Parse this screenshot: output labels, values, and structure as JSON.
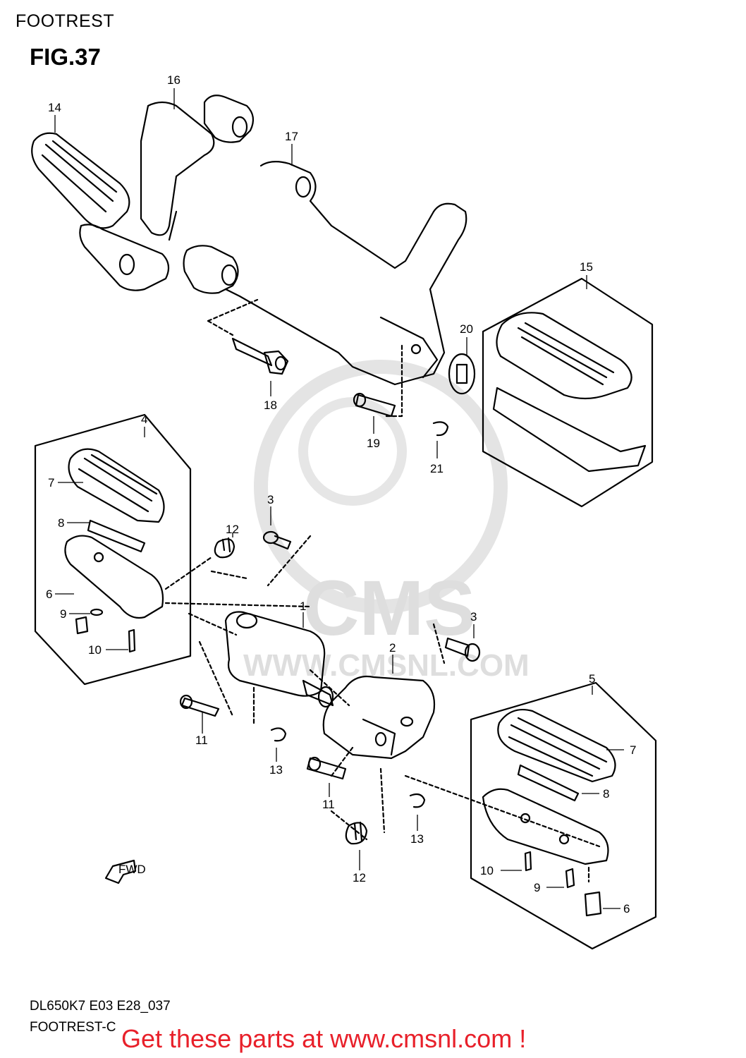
{
  "header": {
    "section_title": "FOOTREST",
    "figure_label": "FIG.37"
  },
  "watermark": {
    "brand": "CMS",
    "url": "WWW.CMSNL.COM"
  },
  "fwd_label": "FWD",
  "callouts": [
    {
      "id": "c14",
      "label": "14"
    },
    {
      "id": "c16",
      "label": "16"
    },
    {
      "id": "c17",
      "label": "17"
    },
    {
      "id": "c15",
      "label": "15"
    },
    {
      "id": "c20",
      "label": "20"
    },
    {
      "id": "c18",
      "label": "18"
    },
    {
      "id": "c19",
      "label": "19"
    },
    {
      "id": "c21",
      "label": "21"
    },
    {
      "id": "c4",
      "label": "4"
    },
    {
      "id": "c7a",
      "label": "7"
    },
    {
      "id": "c8a",
      "label": "8"
    },
    {
      "id": "c6a",
      "label": "6"
    },
    {
      "id": "c9a",
      "label": "9"
    },
    {
      "id": "c10a",
      "label": "10"
    },
    {
      "id": "c3a",
      "label": "3"
    },
    {
      "id": "c12a",
      "label": "12"
    },
    {
      "id": "c1",
      "label": "1"
    },
    {
      "id": "c3b",
      "label": "3"
    },
    {
      "id": "c2",
      "label": "2"
    },
    {
      "id": "c11a",
      "label": "11"
    },
    {
      "id": "c13a",
      "label": "13"
    },
    {
      "id": "c5",
      "label": "5"
    },
    {
      "id": "c7b",
      "label": "7"
    },
    {
      "id": "c8b",
      "label": "8"
    },
    {
      "id": "c11b",
      "label": "11"
    },
    {
      "id": "c13b",
      "label": "13"
    },
    {
      "id": "c12b",
      "label": "12"
    },
    {
      "id": "c10b",
      "label": "10"
    },
    {
      "id": "c9b",
      "label": "9"
    },
    {
      "id": "c6b",
      "label": "6"
    }
  ],
  "footer": {
    "diagram_code": "DL650K7 E03 E28_037",
    "subtitle": "FOOTREST-C",
    "promo": "Get these parts at www.cmsnl.com !",
    "promo_color": "#e8202a"
  }
}
